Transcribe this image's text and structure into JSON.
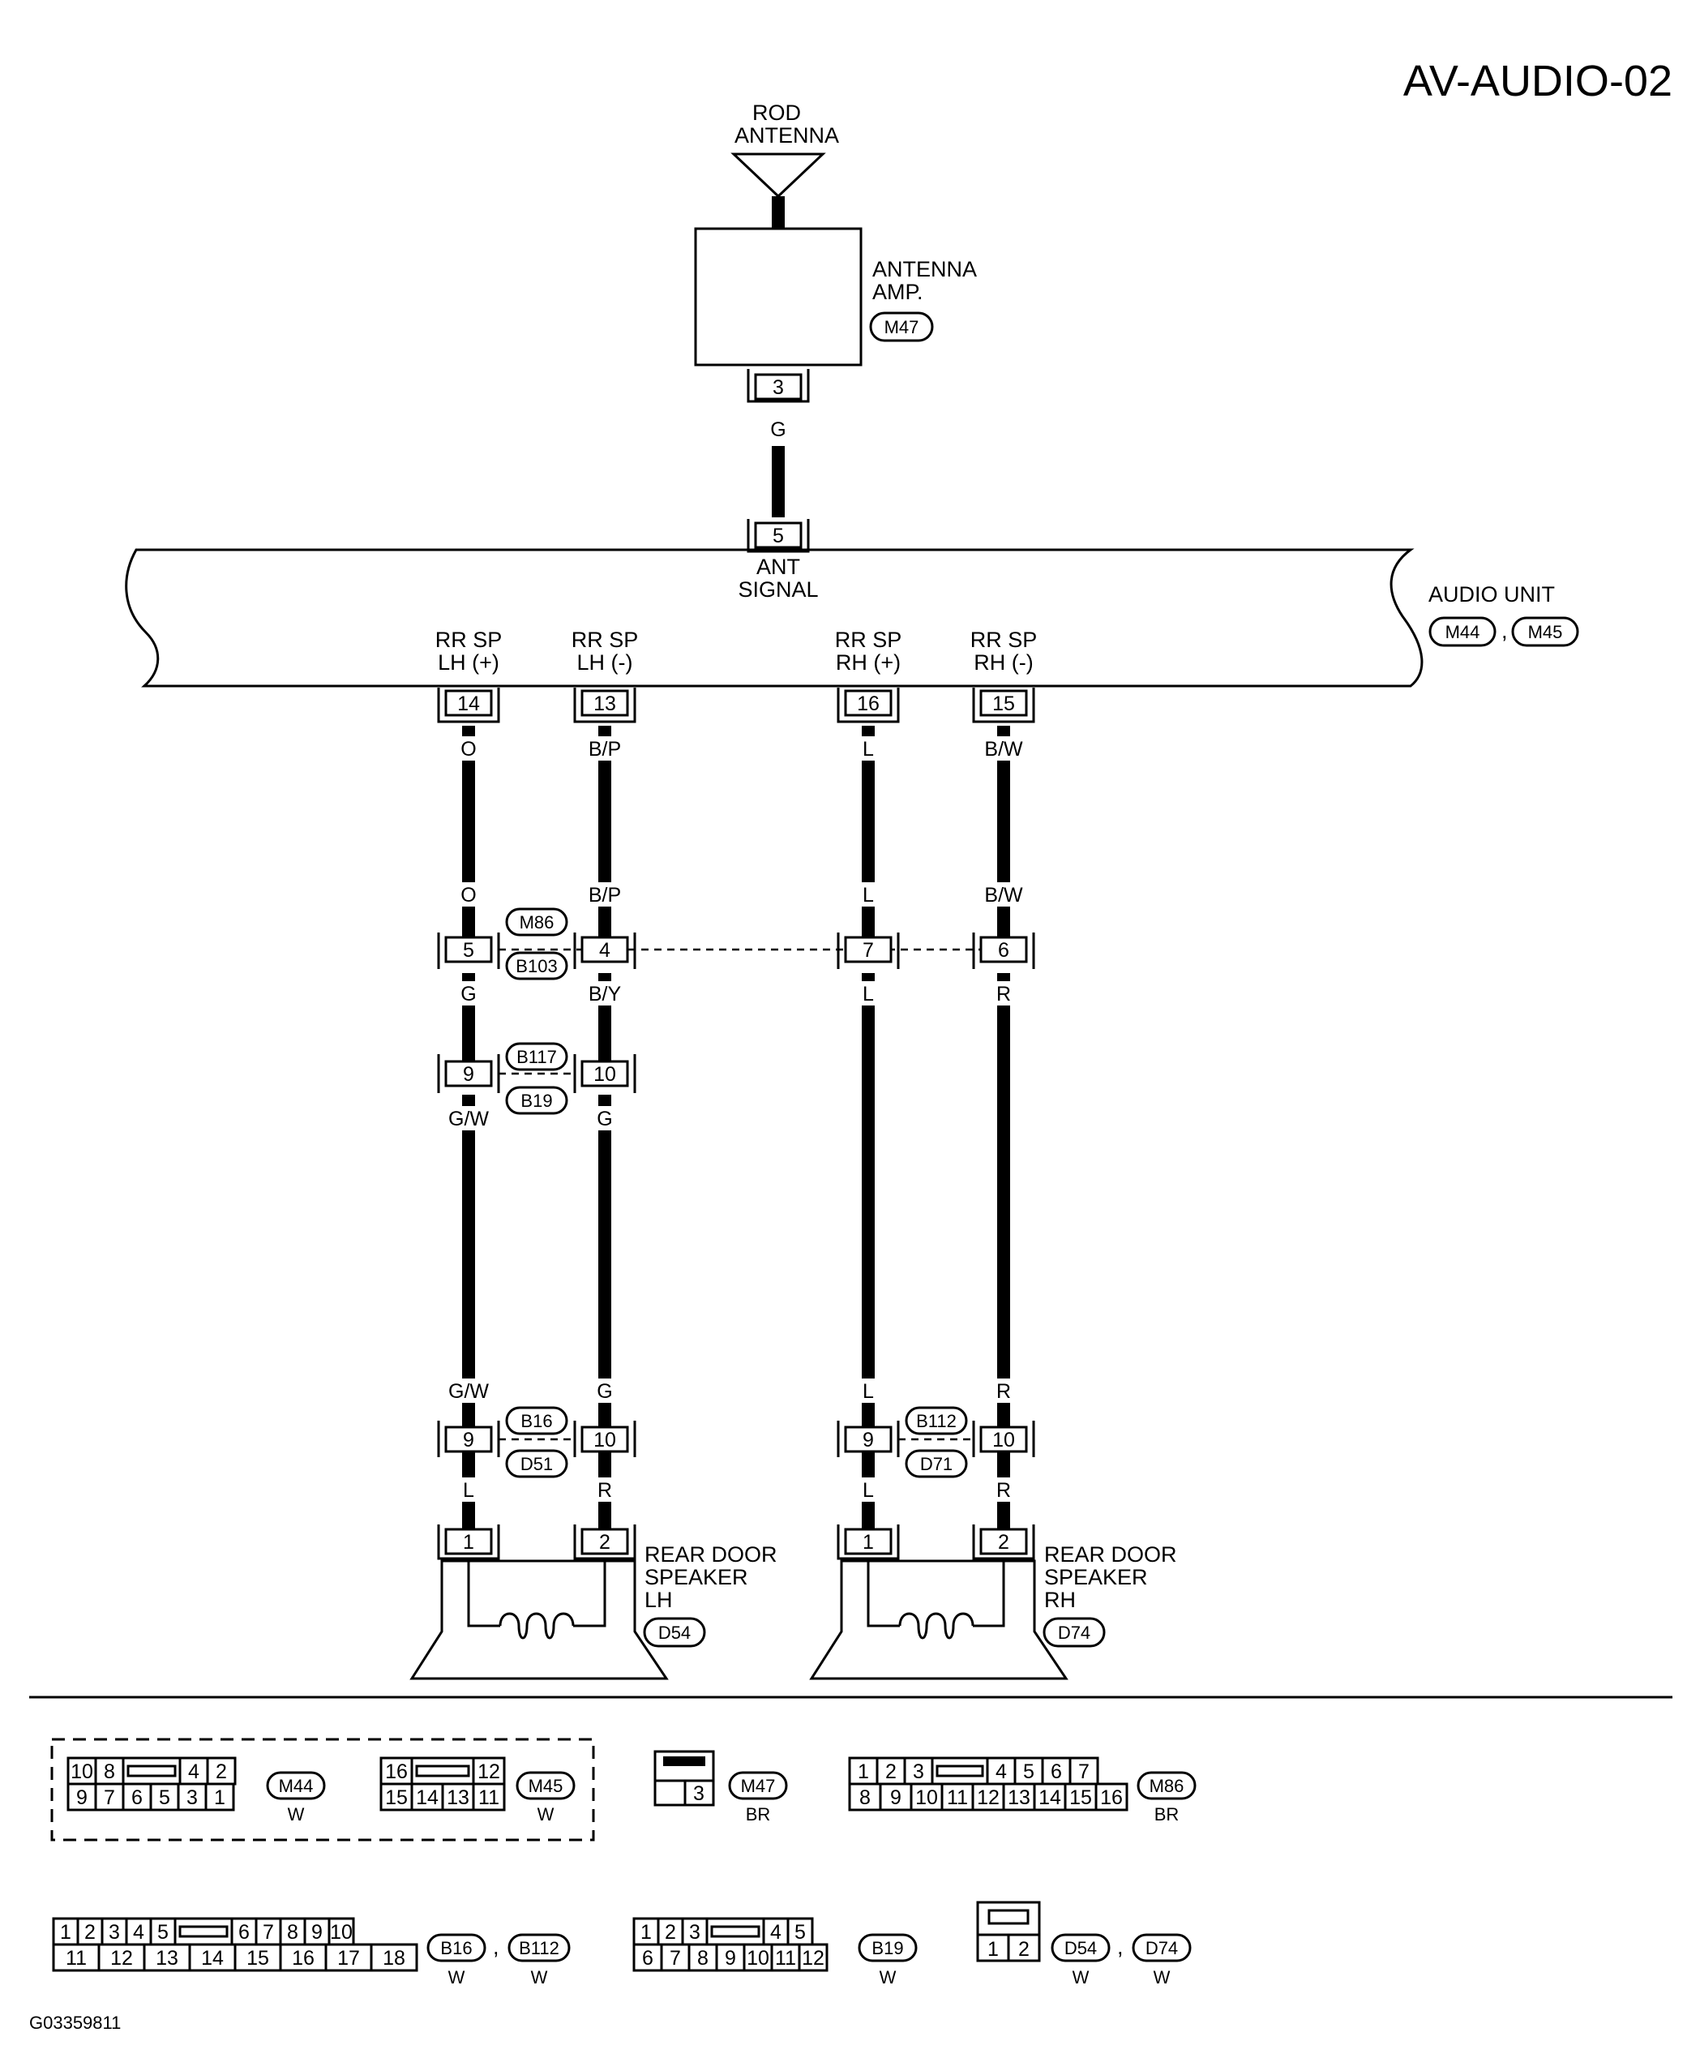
{
  "page_id": "AV-AUDIO-02",
  "antenna": {
    "rod_line1": "ROD",
    "rod_line2": "ANTENNA",
    "amp_line1": "ANTENNA",
    "amp_line2": "AMP.",
    "amp_connector": "M47",
    "amp_pin": "3",
    "wire_color": "G"
  },
  "audio_unit": {
    "label": "AUDIO UNIT",
    "connectors": [
      "M44",
      "M45"
    ],
    "separator": ",",
    "ant_pin": "5",
    "ant_line1": "ANT",
    "ant_line2": "SIGNAL",
    "terminals": [
      {
        "line1": "RR SP",
        "line2": "LH (+)",
        "pin": "14"
      },
      {
        "line1": "RR SP",
        "line2": "LH (-)",
        "pin": "13"
      },
      {
        "line1": "RR SP",
        "line2": "RH (+)",
        "pin": "16"
      },
      {
        "line1": "RR SP",
        "line2": "RH (-)",
        "pin": "15"
      }
    ]
  },
  "circuits": {
    "lh_plus": {
      "c1": "O",
      "c2": "O",
      "pin_m86": "5",
      "c3": "G",
      "pin_b117": "9",
      "c4": "G/W",
      "c5": "G/W",
      "pin_b16": "9",
      "c6": "L"
    },
    "lh_minus": {
      "c1": "B/P",
      "c2": "B/P",
      "pin_m86": "4",
      "c3": "B/Y",
      "pin_b117": "10",
      "c4": "G",
      "c5": "G",
      "pin_b16": "10",
      "c6": "R"
    },
    "rh_plus": {
      "c1": "L",
      "c2": "L",
      "pin_m86": "7",
      "c3": "L",
      "c5": "L",
      "pin_b112": "9",
      "c6": "L"
    },
    "rh_minus": {
      "c1": "B/W",
      "c2": "B/W",
      "pin_m86": "6",
      "c3": "R",
      "c5": "R",
      "pin_b112": "10",
      "c6": "R"
    }
  },
  "junctions": {
    "m86": "M86",
    "b103": "B103",
    "b117": "B117",
    "b19": "B19",
    "b16": "B16",
    "d51": "D51",
    "b112": "B112",
    "d71": "D71"
  },
  "speakers": {
    "lh": {
      "line1": "REAR DOOR",
      "line2": "SPEAKER",
      "line3": "LH",
      "connector": "D54",
      "pin1": "1",
      "pin2": "2"
    },
    "rh": {
      "line1": "REAR DOOR",
      "line2": "SPEAKER",
      "line3": "RH",
      "connector": "D74",
      "pin1": "1",
      "pin2": "2"
    }
  },
  "connector_views": {
    "m44": {
      "name": "M44",
      "color": "W",
      "top": [
        "10",
        "8",
        "4",
        "2"
      ],
      "bottom": [
        "9",
        "7",
        "6",
        "5",
        "3",
        "1"
      ]
    },
    "m45": {
      "name": "M45",
      "color": "W",
      "top": [
        "16",
        "12"
      ],
      "bottom": [
        "15",
        "14",
        "13",
        "11"
      ]
    },
    "m47": {
      "name": "M47",
      "color": "BR",
      "pin": "3"
    },
    "m86": {
      "name": "M86",
      "color": "BR",
      "top": [
        "1",
        "2",
        "3",
        "4",
        "5",
        "6",
        "7"
      ],
      "bottom": [
        "8",
        "9",
        "10",
        "11",
        "12",
        "13",
        "14",
        "15",
        "16"
      ]
    },
    "b16": {
      "name": "B16",
      "name2": "B112",
      "color": "W",
      "color2": "W",
      "top": [
        "1",
        "2",
        "3",
        "4",
        "5",
        "6",
        "7",
        "8",
        "9",
        "10"
      ],
      "bottom": [
        "11",
        "12",
        "13",
        "14",
        "15",
        "16",
        "17",
        "18"
      ]
    },
    "b19": {
      "name": "B19",
      "color": "W",
      "top": [
        "1",
        "2",
        "3",
        "4",
        "5"
      ],
      "bottom": [
        "6",
        "7",
        "8",
        "9",
        "10",
        "11",
        "12"
      ]
    },
    "d54": {
      "name": "D54",
      "name2": "D74",
      "color": "W",
      "color2": "W",
      "pins": [
        "1",
        "2"
      ]
    }
  },
  "footer_code": "G03359811"
}
